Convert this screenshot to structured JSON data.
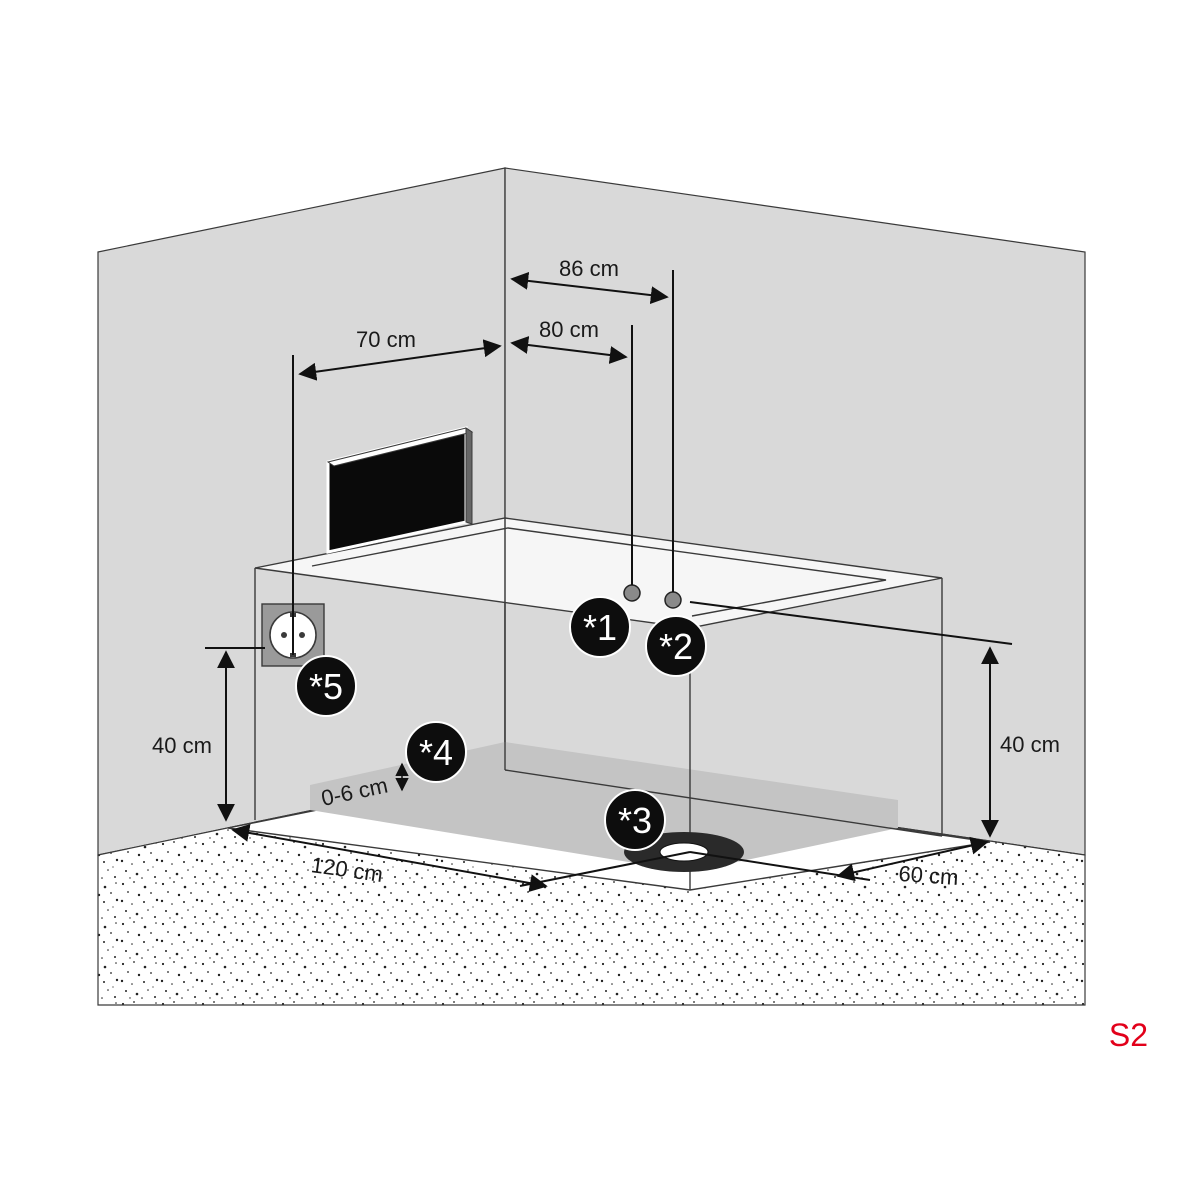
{
  "dimensions": {
    "d86": "86 cm",
    "d80": "80 cm",
    "d70": "70 cm",
    "h40_left": "40 cm",
    "h40_right": "40 cm",
    "d06": "0-6 cm",
    "w120": "120 cm",
    "w60": "60 cm"
  },
  "markers": {
    "m1": "*1",
    "m2": "*2",
    "m3": "*3",
    "m4": "*4",
    "m5": "*5"
  },
  "corner_tag": "S2",
  "colors": {
    "wall": "#d9d9d9",
    "outline": "#3a3a3a",
    "badge": "#0d0d0d",
    "shelf": "#c4c4c4",
    "panel": "#0a0a0a",
    "tag": "#e2001a"
  }
}
